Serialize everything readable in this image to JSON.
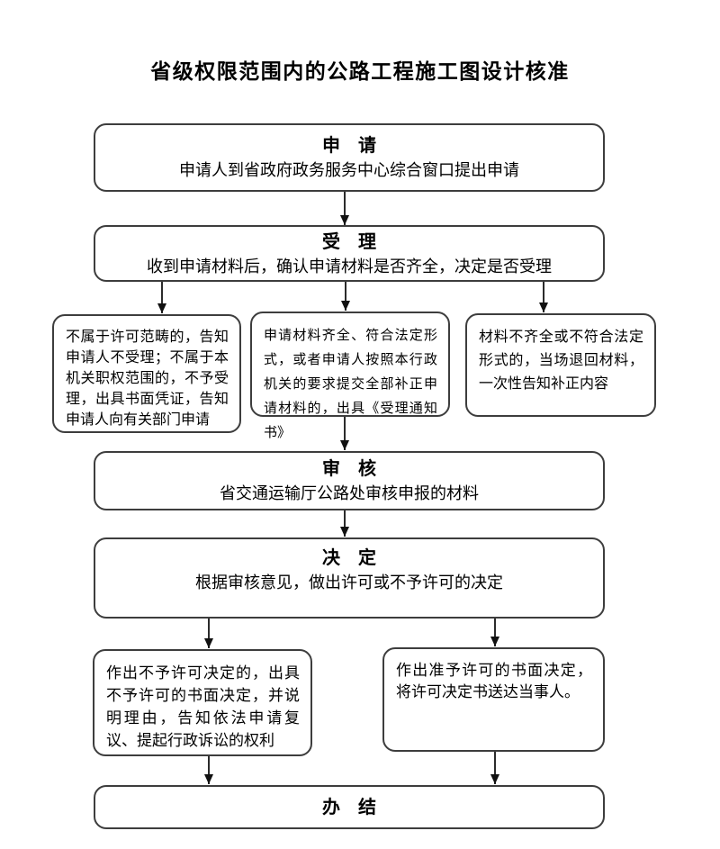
{
  "title": "省级权限范围内的公路工程施工图设计核准",
  "nodes": {
    "apply": {
      "heading": "申　请",
      "body": "申请人到省政府政务服务中心综合窗口提出申请"
    },
    "accept": {
      "heading": "受　理",
      "body": "收到申请材料后，确认申请材料是否齐全，决定是否受理"
    },
    "reject_scope": {
      "body": "不属于许可范畴的，告知申请人不受理；不属于本机关职权范围的，不予受理，出具书面凭证，告知申请人向有关部门申请"
    },
    "accept_notice": {
      "body": "申请材料齐全、符合法定形式，或者申请人按照本行政机关的要求提交全部补正申请材料的，出具《受理通知书》"
    },
    "return_materials": {
      "body": "材料不齐全或不符合法定形式的，当场退回材料，一次性告知补正内容"
    },
    "review": {
      "heading": "审　核",
      "body": "省交通运输厅公路处审核申报的材料"
    },
    "decision": {
      "heading": "决　定",
      "body": "根据审核意见，做出许可或不予许可的决定"
    },
    "deny": {
      "body": "作出不予许可决定的，出具不予许可的书面决定，并说明理由，告知依法申请复议、提起行政诉讼的权利"
    },
    "grant": {
      "body": "作出准予许可的书面决定，将许可决定书送达当事人。"
    },
    "complete": {
      "heading": "办　结"
    }
  },
  "colors": {
    "border": "#3d3d3d",
    "text": "#000000",
    "background": "#ffffff"
  }
}
